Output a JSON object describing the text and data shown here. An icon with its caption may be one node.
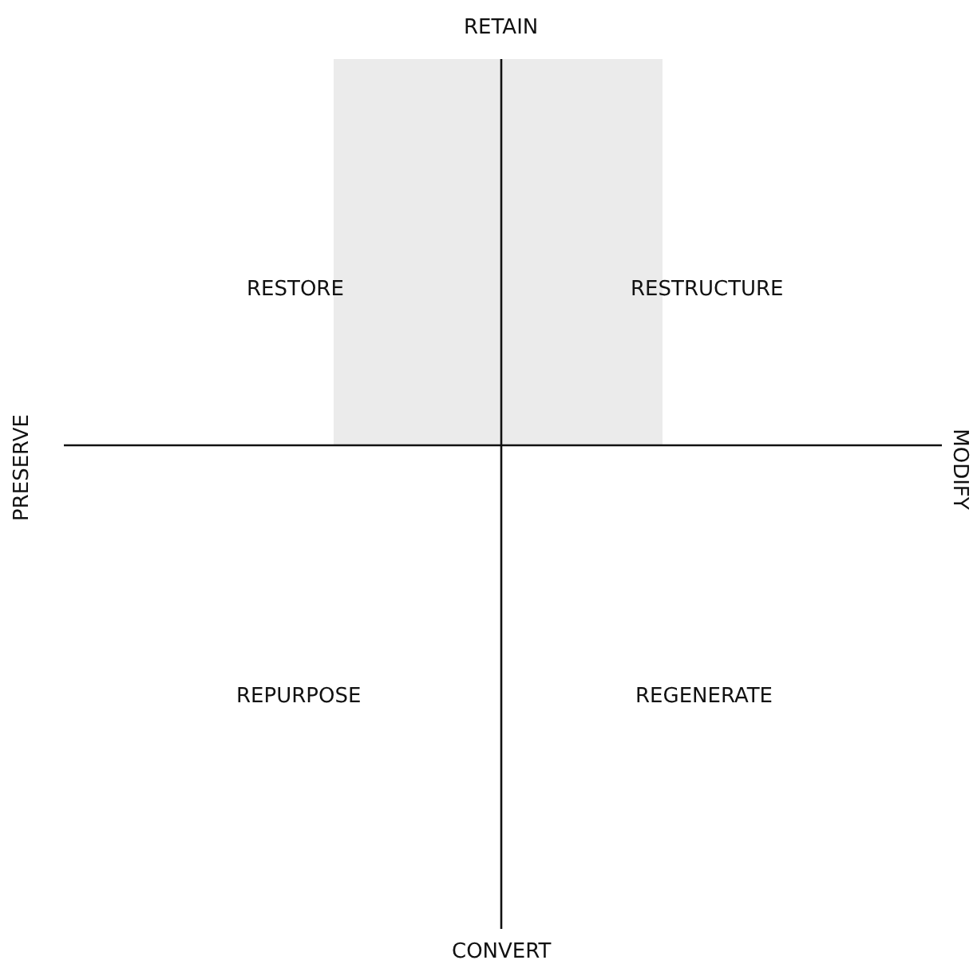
{
  "diagram": {
    "labels": [
      "RETAIN",
      "RESTORE",
      "RESTRUCTURE",
      "PRESERVE",
      "MODIFY",
      "REPURPOSE",
      "REGENERATE",
      "CONVERT"
    ]
  }
}
